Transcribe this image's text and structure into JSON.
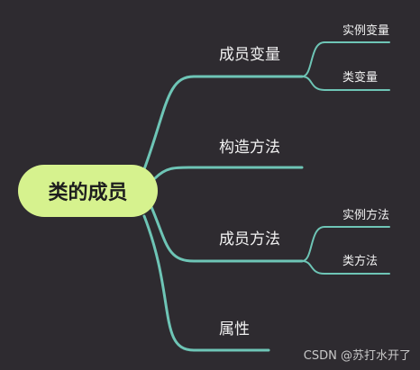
{
  "root": {
    "label": "类的成员"
  },
  "branches": {
    "member_vars": {
      "label": "成员变量",
      "children": [
        "实例变量",
        "类变量"
      ]
    },
    "constructors": {
      "label": "构造方法"
    },
    "member_methods": {
      "label": "成员方法",
      "children": [
        "实例方法",
        "类方法"
      ]
    },
    "properties": {
      "label": "属性"
    }
  },
  "watermark": "CSDN @苏打水开了",
  "colors": {
    "background": "#2e2b30",
    "root_fill": "#d6f28e",
    "link": "#6ec5b6",
    "text": "#f2f2f2"
  }
}
